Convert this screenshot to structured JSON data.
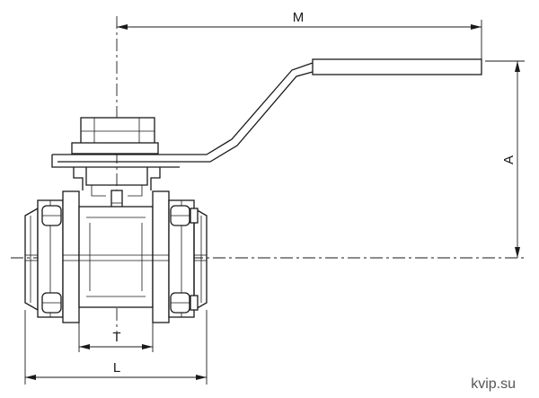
{
  "labels": {
    "M": "M",
    "A": "A",
    "T": "T",
    "L": "L"
  },
  "watermark": "kvip.su"
}
